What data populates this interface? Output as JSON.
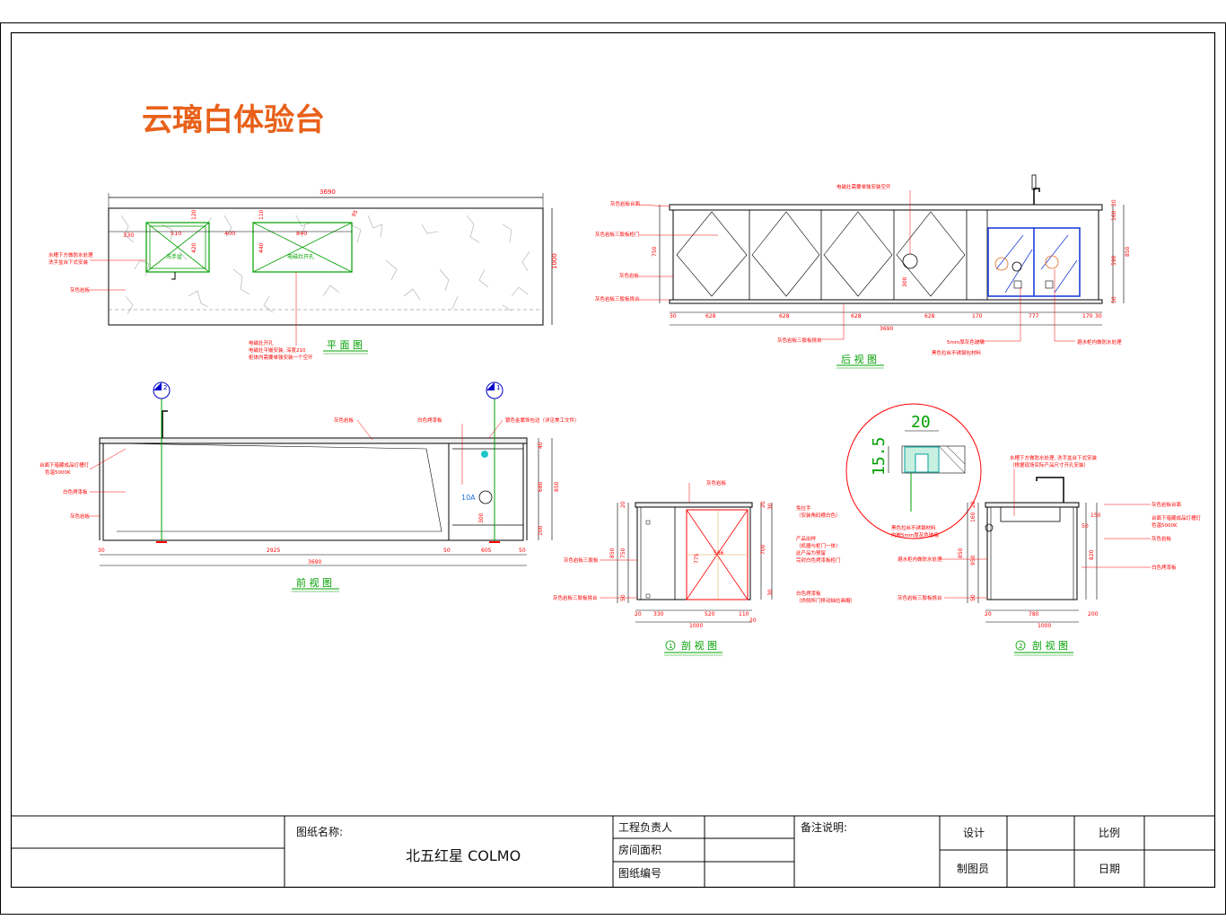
{
  "title": "云璃白体验台",
  "views": {
    "plan": "平 面 图",
    "rear": "后 视 图",
    "front": "前 视 图",
    "section1": "剖 视 图",
    "section2": "剖 视 图",
    "section1_marker": "1",
    "section2_marker": "2",
    "detail_w": "20",
    "detail_h": "15.5",
    "socket_label": "10A"
  },
  "plan_dims": {
    "overall": "3690",
    "depth": "1000",
    "d330": "330",
    "d510": "510",
    "d400": "400",
    "d840": "840",
    "d120": "120",
    "d420": "420",
    "d110": "110",
    "d440": "440",
    "d95": "95"
  },
  "plan_notes": {
    "sink_note": "水槽下方做防水处理\n洗手盆台下式安装",
    "stone": "灰色岩板",
    "cooktop_note": "电磁灶开孔\n电磁灶平嵌安装, 深度210\n柜体内需要单独安装一个空开",
    "sink_label": "洗手盆",
    "cooktop_label": "电磁灶开孔"
  },
  "rear_notes": {
    "top": "电磁灶需要单独安装空开",
    "top_left": "灰色岩板台面",
    "panel_door": "灰色岩板三胶板柜门",
    "stone": "灰色岩板",
    "base": "灰色岩板三胶板挑台",
    "bottom": "灰色岩板三胶板挑台",
    "glass": "5mm厚灰色玻璃",
    "frame": "黑色拉丝不锈钢包材料",
    "waterproof": "避水柜内做防水处理"
  },
  "rear_dims": {
    "overall": "3690",
    "d30a": "30",
    "d628a": "628",
    "d628b": "628",
    "d628c": "628",
    "d628d": "628",
    "d170a": "170",
    "d777": "777",
    "d170b": "170",
    "d30b": "30",
    "h750": "750",
    "h160": "160",
    "h20": "20",
    "h590": "590",
    "h850": "850",
    "h50": "50",
    "h300": "300"
  },
  "front_notes": {
    "stone": "灰色岩板",
    "white_paint": "白色烤漆板",
    "metal": "银色金属饰包边（详见美工文件）",
    "led": "台面下暗藏成品灯槽灯\n色温5000K",
    "white_paint2": "白色烤漆板",
    "stone2": "灰色岩板"
  },
  "front_dims": {
    "overall": "3690",
    "d30": "30",
    "d2925": "2925",
    "d50a": "50",
    "d605": "605",
    "d50b": "50",
    "h40": "40",
    "h680": "680",
    "h850": "850",
    "h100": "100",
    "h300": "300"
  },
  "sec1_notes": {
    "stone": "灰色岩板",
    "handle": "免拉手\n（安装角码横白色）",
    "product": "产品出样\n（机器与柜门一体）\n此产品为预留\n完封白色烤漆板柜门",
    "white": "白色烤漆板\n（供侧所门移动抽拉画帽）",
    "left1": "灰色岩板三胶板",
    "left2": "灰色岩板三胶板挑台",
    "center": "566"
  },
  "sec1_dims": {
    "overall": "1000",
    "d20a": "20",
    "d330": "330",
    "d520": "520",
    "d110": "110",
    "d20b": "20",
    "h20": "20",
    "h750": "750",
    "h850": "850",
    "h50": "50",
    "h775": "775",
    "h700": "700",
    "h20b": "20",
    "h30": "30",
    "h30b": "30"
  },
  "sec2_notes": {
    "sink": "水槽下方做防水处理, 洗手盆台下式安装\n（根据现场实际产品尺寸开孔安装）",
    "stone_top": "灰色岩板台面",
    "led": "台面下暗藏成品灯槽灯\n色温5000K",
    "stone": "灰色岩板",
    "white": "白色烤漆板",
    "waterproof": "避水柜内做防水处理",
    "base": "灰色岩板三胶板挑台",
    "detail_note": "黑色拉丝不锈钢材料\n内嵌5mm厚灰色玻璃"
  },
  "sec2_dims": {
    "overall": "1000",
    "d20": "20",
    "d780": "780",
    "d200": "200",
    "h20": "20",
    "h160": "160",
    "h150": "150",
    "h50": "50",
    "h850": "850",
    "h950": "950",
    "h820": "820",
    "h50b": "50"
  },
  "title_block": {
    "drawing_name_label": "图纸名称:",
    "drawing_name": "北五红星  COLMO",
    "engineer": "工程负责人",
    "area": "房间面积",
    "drawing_no": "图纸编号",
    "remarks": "备注说明:",
    "design": "设计",
    "drafter": "制图员",
    "scale": "比例",
    "date": "日期"
  },
  "colors": {
    "title": "#e8611a",
    "dim": "#ff0000",
    "view_title": "#00a000",
    "line": "#000000",
    "glass": "#1e3fd8",
    "marker": "#0000cc"
  }
}
